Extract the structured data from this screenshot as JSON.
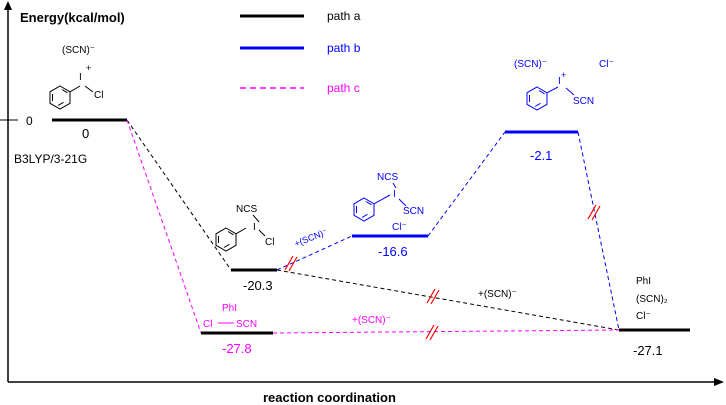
{
  "axis": {
    "ylabel": "Energy(kcal/mol)",
    "xlabel": "reaction coordination",
    "zero_tick": "0",
    "method": "B3LYP/3-21G"
  },
  "legend": [
    {
      "label": "path a",
      "color": "#000000"
    },
    {
      "label": "path b",
      "color": "#0000ff"
    },
    {
      "label": "path c",
      "color": "#ff00ff"
    }
  ],
  "levels": {
    "start": "0",
    "a_int": "-20.3",
    "b_int1": "-16.6",
    "b_int2": "-2.1",
    "c_int": "-27.8",
    "product": "-27.1"
  },
  "species": {
    "start_anion": "(SCN)⁻",
    "start_plus": "+",
    "start_i": "I",
    "start_cl": "Cl",
    "a_ncs": "NCS",
    "a_i": "I",
    "a_cl": "Cl",
    "b1_ncs": "NCS",
    "b1_i": "I",
    "b1_scn": "SCN",
    "b1_cl": "Cl⁻",
    "b2_anion": "(SCN)⁻",
    "b2_cl": "Cl⁻",
    "b2_plus": "+",
    "b2_i": "I",
    "b2_scn": "SCN",
    "c_phi": "PhI",
    "c_cl": "Cl",
    "c_scn": "SCN",
    "p_phi": "PhI",
    "p_scn2": "(SCN)₂",
    "p_cl": "Cl⁻"
  },
  "annotations": {
    "b_add": "+(SCN)⁻",
    "a_add": "+(SCN)⁻",
    "c_add": "+(SCN)⁻"
  },
  "colors": {
    "a": "#000000",
    "b": "#0000ff",
    "c": "#ff00ff",
    "break_mark": "#ff0000"
  }
}
